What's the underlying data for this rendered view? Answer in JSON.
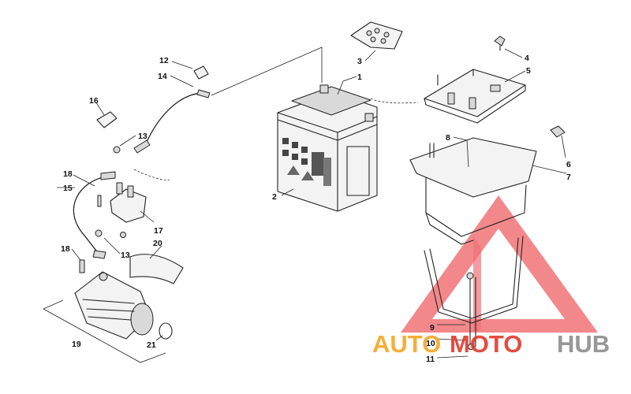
{
  "diagram": {
    "callouts": [
      {
        "num": "1"
      },
      {
        "num": "2"
      },
      {
        "num": "3"
      },
      {
        "num": "4"
      },
      {
        "num": "5"
      },
      {
        "num": "6"
      },
      {
        "num": "7"
      },
      {
        "num": "8"
      },
      {
        "num": "9"
      },
      {
        "num": "10"
      },
      {
        "num": "11"
      },
      {
        "num": "12"
      },
      {
        "num": "13"
      },
      {
        "num": "13"
      },
      {
        "num": "14"
      },
      {
        "num": "15"
      },
      {
        "num": "16"
      },
      {
        "num": "17"
      },
      {
        "num": "18"
      },
      {
        "num": "18"
      },
      {
        "num": "19"
      },
      {
        "num": "20"
      },
      {
        "num": "21"
      }
    ]
  },
  "watermark": {
    "part1": "AUTO",
    "part2": "MOTO",
    "part3": "HUB",
    "color_orange": "#f5a623",
    "color_red": "#e0392b",
    "color_gray": "#8c8c8c",
    "triangle_color": "#e8434a"
  }
}
